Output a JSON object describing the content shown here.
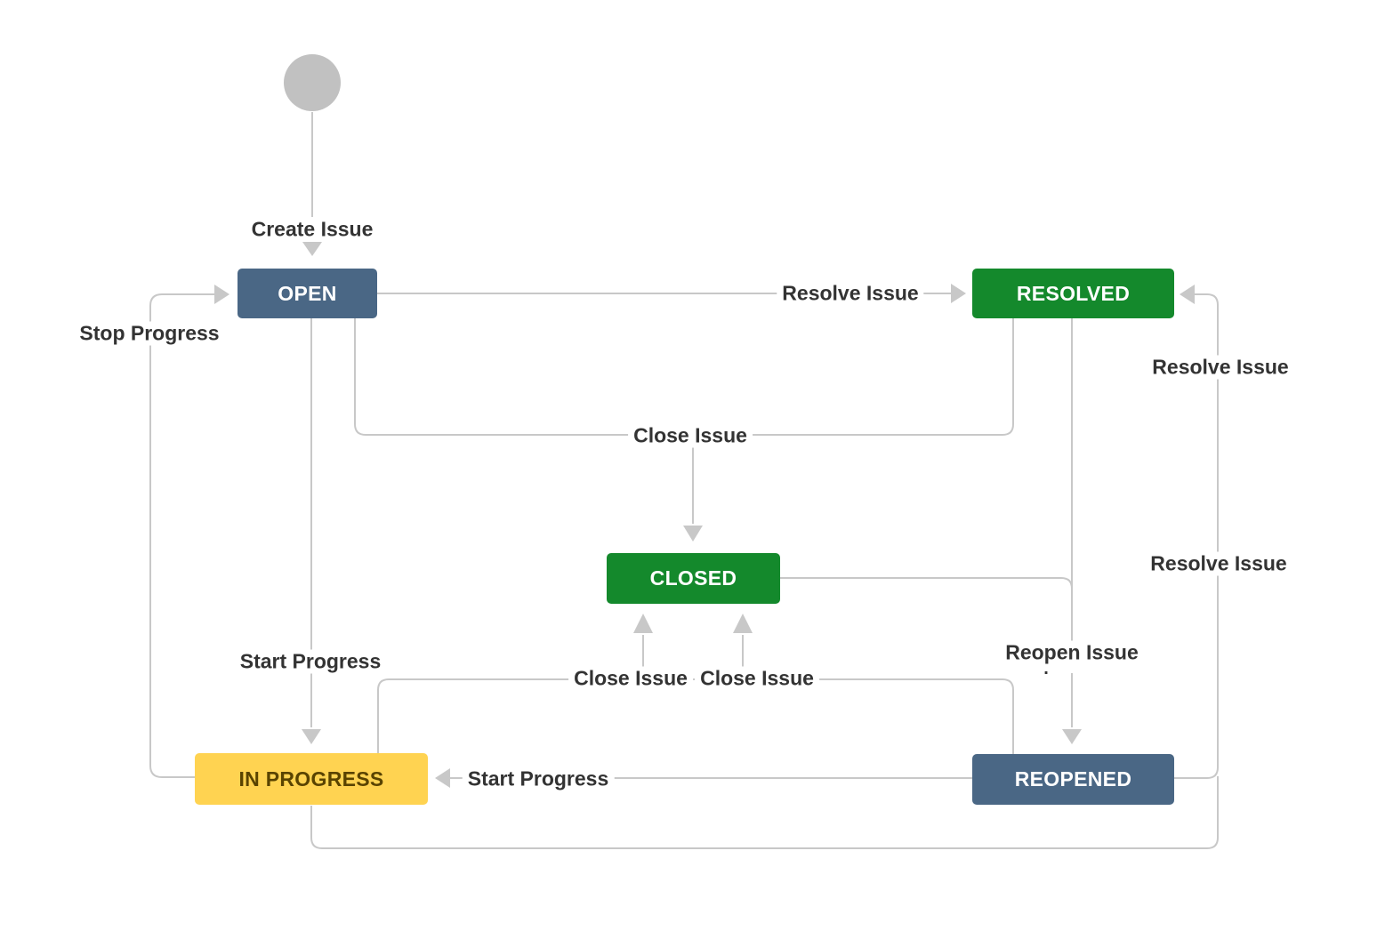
{
  "diagram": {
    "type": "workflow-state-diagram",
    "background": "#ffffff",
    "line_color": "#c8c8c8",
    "label_color": "#333333",
    "label_bg": "#ffffff",
    "start": {
      "shape": "circle",
      "color": "#c1c1c1"
    },
    "nodes": {
      "open": {
        "label": "OPEN",
        "fill": "#4a6785",
        "text": "#ffffff"
      },
      "resolved": {
        "label": "RESOLVED",
        "fill": "#14892c",
        "text": "#ffffff"
      },
      "closed": {
        "label": "CLOSED",
        "fill": "#14892c",
        "text": "#ffffff"
      },
      "in_progress": {
        "label": "IN PROGRESS",
        "fill": "#ffd351",
        "text": "#594300"
      },
      "reopened": {
        "label": "REOPENED",
        "fill": "#4a6785",
        "text": "#ffffff"
      }
    },
    "labels": {
      "create_issue": "Create Issue",
      "resolve_issue_open": "Resolve Issue",
      "stop_progress": "Stop Progress",
      "close_issue_shared": "Close Issue",
      "start_progress_open": "Start Progress",
      "close_issue_in_progress": "Close Issue",
      "close_issue_reopened": "Close Issue",
      "reopen_issue": "Reopen Issue",
      "stray_dot": ".",
      "start_progress_reopened": "Start Progress",
      "resolve_issue_upper": "Resolve Issue",
      "resolve_issue_lower": "Resolve Issue"
    },
    "edges": [
      {
        "from": "start",
        "to": "open",
        "label": "Create Issue"
      },
      {
        "from": "open",
        "to": "resolved",
        "label": "Resolve Issue"
      },
      {
        "from": "in_progress",
        "to": "open",
        "label": "Stop Progress"
      },
      {
        "from": "open",
        "to": "in_progress",
        "label": "Start Progress"
      },
      {
        "from": "open",
        "to": "closed",
        "label": "Close Issue"
      },
      {
        "from": "resolved",
        "to": "closed",
        "label": "Close Issue"
      },
      {
        "from": "in_progress",
        "to": "closed",
        "label": "Close Issue"
      },
      {
        "from": "reopened",
        "to": "closed",
        "label": "Close Issue"
      },
      {
        "from": "resolved",
        "to": "reopened",
        "label": "Reopen Issue"
      },
      {
        "from": "closed",
        "to": "reopened",
        "label": "Reopen Issue"
      },
      {
        "from": "reopened",
        "to": "in_progress",
        "label": "Start Progress"
      },
      {
        "from": "reopened",
        "to": "resolved",
        "label": "Resolve Issue"
      },
      {
        "from": "in_progress",
        "to": "resolved",
        "label": "Resolve Issue"
      }
    ]
  }
}
